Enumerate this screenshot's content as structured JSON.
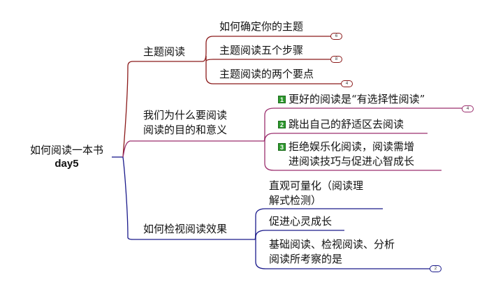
{
  "root": {
    "title": "如何阅读一本书",
    "subtitle": "day5"
  },
  "branches": [
    {
      "label": "主题阅读",
      "color": "#8b1a1a",
      "children": [
        {
          "label": "如何确定你的主题",
          "badge": "6"
        },
        {
          "label": "主题阅读五个步骤",
          "badge": "8"
        },
        {
          "label": "主题阅读的两个要点",
          "badge": "4"
        }
      ]
    },
    {
      "label_line1": "我们为什么要阅读",
      "label_line2": "阅读的目的和意义",
      "color": "#9b2f6e",
      "children": [
        {
          "number": "1",
          "label": "更好的阅读是“有选择性阅读”",
          "badge": "4"
        },
        {
          "number": "2",
          "label": "跳出自己的舒适区去阅读"
        },
        {
          "number": "3",
          "label_line1": "拒绝娱乐化阅读，阅读需增",
          "label_line2": "进阅读技巧与促进心智成长"
        }
      ]
    },
    {
      "label": "如何检视阅读效果",
      "color": "#1a1a8b",
      "children": [
        {
          "label_line1": "直观可量化（阅读理",
          "label_line2": "解式检测）"
        },
        {
          "label": "促进心灵成长"
        },
        {
          "label_line1": "基础阅读、检视阅读、分析",
          "label_line2": "阅读所考察的是",
          "badge": "2"
        }
      ]
    }
  ]
}
